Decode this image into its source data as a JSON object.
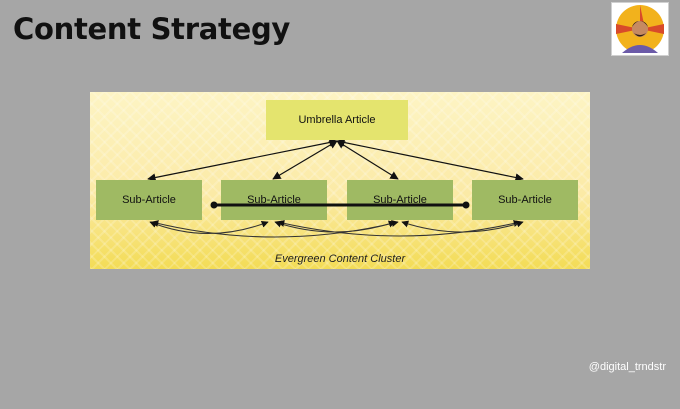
{
  "header": {
    "title": "Content Strategy"
  },
  "diagram": {
    "umbrella_label": "Umbrella Article",
    "sub_articles": [
      "Sub-Article",
      "Sub-Article",
      "Sub-Article",
      "Sub-Article"
    ],
    "caption": "Evergreen Content Cluster"
  },
  "footer": {
    "handle": "@digital_trndstr"
  },
  "colors": {
    "background": "#a6a6a6",
    "umbrella_box": "#e4e46e",
    "sub_box": "#9fba63",
    "panel_top": "#fdf4c4",
    "panel_bottom": "#f3dc55"
  }
}
